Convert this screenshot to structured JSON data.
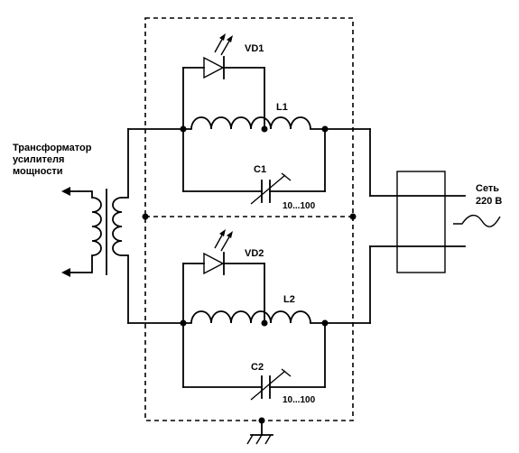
{
  "labels": {
    "transformer_line1": "Трансформатор",
    "transformer_line2": "усилителя",
    "transformer_line3": "мощности",
    "vd1": "VD1",
    "vd2": "VD2",
    "l1": "L1",
    "l2": "L2",
    "c1": "C1",
    "c2": "C2",
    "c1_value": "10...100",
    "c2_value": "10...100",
    "mains_line1": "Сеть",
    "mains_line2": "220 В"
  }
}
